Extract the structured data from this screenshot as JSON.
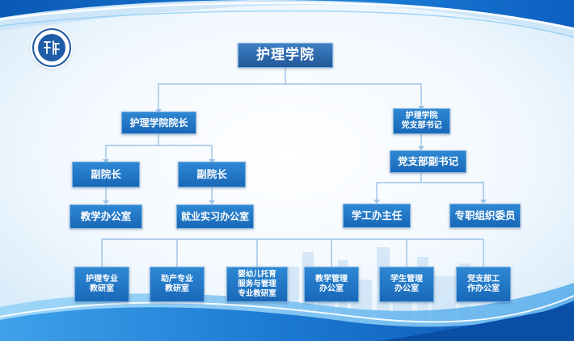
{
  "chart": {
    "root": "护理学院",
    "dean": "护理学院院长",
    "secretary": [
      "护理学院",
      "党支部书记"
    ],
    "vice_dean_left": "副院长",
    "vice_dean_right": "副院长",
    "deputy_secretary": "党支部副书记",
    "teaching_office": "教学办公室",
    "employment_office": "就业实习办公室",
    "student_affairs": "学工办主任",
    "org_committee": "专职组织委员",
    "bottom_offices": [
      [
        "护理专业",
        "教研室"
      ],
      [
        "助产专业",
        "教研室"
      ],
      [
        "婴幼儿托育",
        "服务与管理",
        "专业教研室"
      ],
      [
        "教学管理",
        "办公室"
      ],
      [
        "学生管理",
        "办公室"
      ],
      [
        "党支部工",
        "作办公室"
      ]
    ]
  },
  "colors": {
    "node_fill": "#1f77c8",
    "root_fill": "#2c6aac",
    "connector": "#9cc3e6",
    "background": "#eaf4fc",
    "wave_dark": "#0d63c2",
    "wave_light": "#5fb4ef"
  },
  "logo": {
    "icon": "college-seal-icon"
  }
}
